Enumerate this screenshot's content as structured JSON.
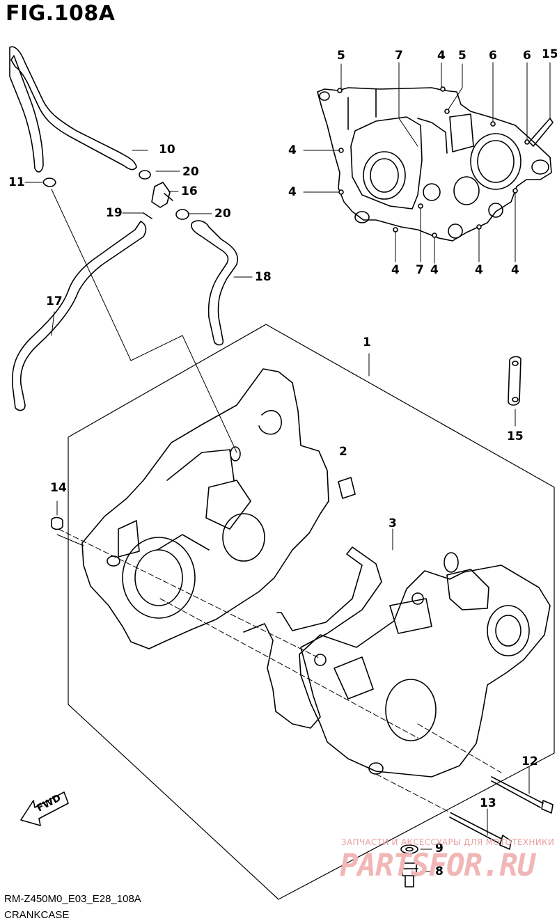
{
  "header": {
    "figure_title": "FIG.108A"
  },
  "footer": {
    "code": "RM-Z450M0_E03_E28_108A",
    "section_name": "CRANKCASE"
  },
  "fwd_label": "FWD",
  "watermark": {
    "tagline": "ЗАПЧАСТИ И АКСЕССУАРЫ ДЛЯ МОТОТЕХНИКИ",
    "brand": "PARTSFOR.RU"
  },
  "callouts": {
    "c1": "1",
    "c2": "2",
    "c3": "3",
    "c8": "8",
    "c9": "9",
    "c10": "10",
    "c11": "11",
    "c12": "12",
    "c13": "13",
    "c14": "14",
    "c15_top": "15",
    "c15_bot": "15",
    "c16": "16",
    "c17": "17",
    "c18": "18",
    "c19": "19",
    "c20_a": "20",
    "c20_b": "20",
    "c5_a": "5",
    "c7_a": "7",
    "c4_t": "4",
    "c5_b": "5",
    "c6_a": "6",
    "c6_b": "6",
    "c4_l1": "4",
    "c4_l2": "4",
    "c4_b1": "4",
    "c7_b": "7",
    "c4_b2": "4",
    "c4_b3": "4",
    "c4_b4": "4"
  },
  "colors": {
    "line": "#000000",
    "watermark": "#f1b7b7"
  }
}
